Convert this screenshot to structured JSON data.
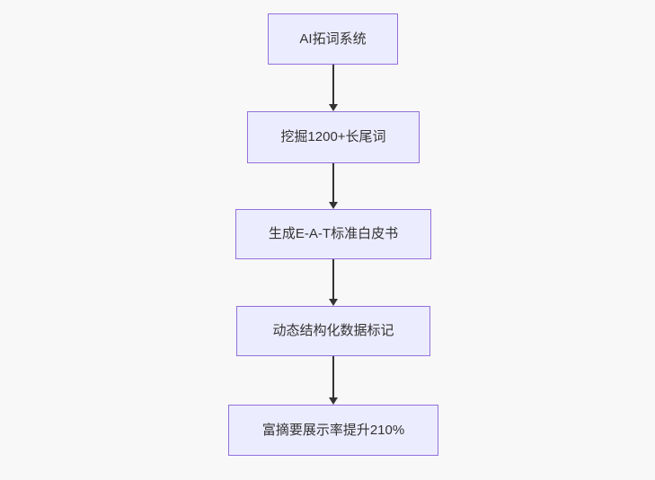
{
  "diagram": {
    "type": "flowchart",
    "direction": "top-down",
    "nodes": [
      {
        "id": "A",
        "label": "AI拓词系统"
      },
      {
        "id": "B",
        "label": "挖掘1200+长尾词"
      },
      {
        "id": "C",
        "label": "生成E-A-T标准白皮书"
      },
      {
        "id": "D",
        "label": "动态结构化数据标记"
      },
      {
        "id": "E",
        "label": "富摘要展示率提升210%"
      }
    ],
    "edges": [
      {
        "from": "A",
        "to": "B",
        "style": "arrow-down"
      },
      {
        "from": "B",
        "to": "C",
        "style": "arrow-down"
      },
      {
        "from": "C",
        "to": "D",
        "style": "arrow-down"
      },
      {
        "from": "D",
        "to": "E",
        "style": "arrow-down"
      }
    ],
    "colors": {
      "background": "#f8f8f8",
      "node_fill": "#ECECFF",
      "node_border": "#9370DB",
      "node_text": "#333333",
      "arrow": "#333333"
    }
  }
}
